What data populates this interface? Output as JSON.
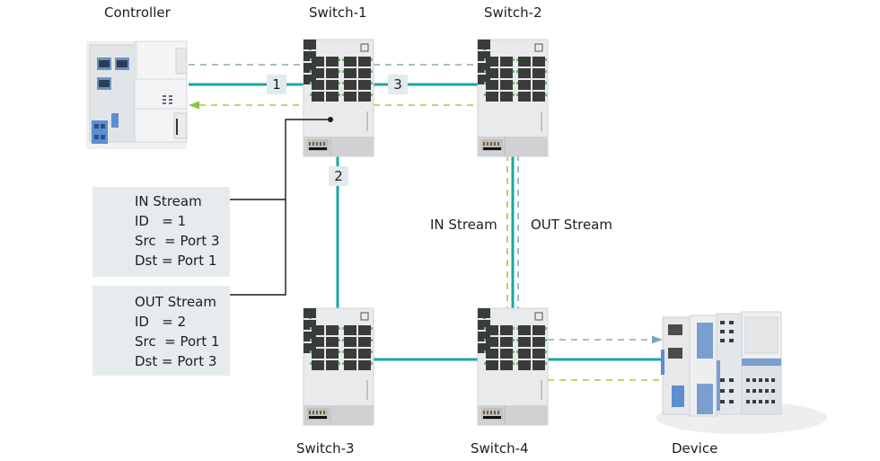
{
  "nodes": {
    "controller": {
      "label": "Controller"
    },
    "switch1": {
      "label": "Switch-1"
    },
    "switch2": {
      "label": "Switch-2"
    },
    "switch3": {
      "label": "Switch-3"
    },
    "switch4": {
      "label": "Switch-4"
    },
    "device": {
      "label": "Device"
    }
  },
  "ports": {
    "port1": "1",
    "port2": "2",
    "port3": "3"
  },
  "stream_labels": {
    "in": "IN Stream",
    "out": "OUT Stream"
  },
  "legend": {
    "in_stream": {
      "title": "IN Stream",
      "id": "ID   = 1",
      "src": "Src  = Port 3",
      "dst": "Dst = Port 1"
    },
    "out_stream": {
      "title": "OUT Stream",
      "id": "ID   = 2",
      "src": "Src  = Port 1",
      "dst": "Dst = Port 3"
    }
  },
  "colors": {
    "link": "#1aa6a6",
    "in_stream": "#a8c83c",
    "out_stream": "#8aaab4",
    "connector": "#1a1a1a",
    "legend_bg": "#e6ecee"
  }
}
